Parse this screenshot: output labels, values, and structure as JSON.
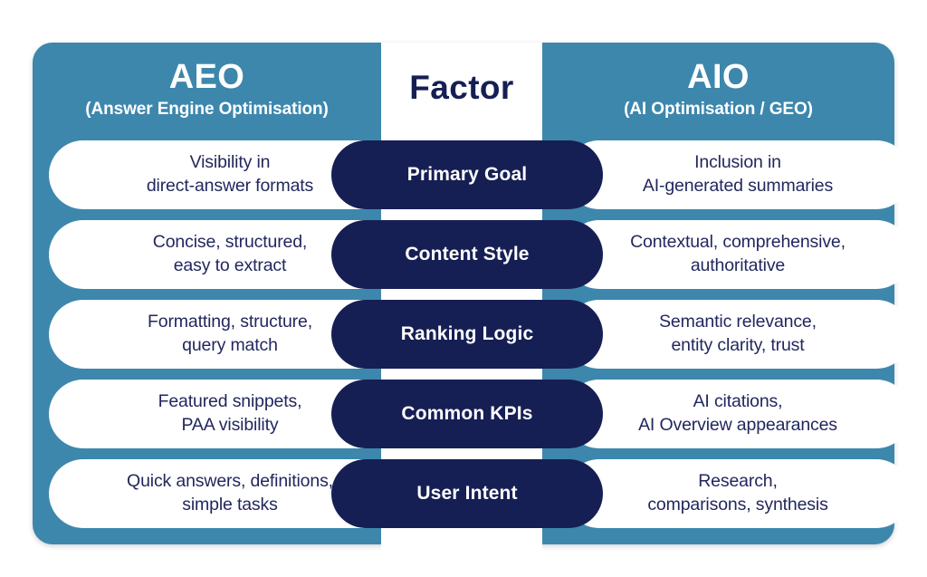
{
  "diagram": {
    "title_left": "AEO",
    "subtitle_left": "(Answer Engine Optimisation)",
    "title_center": "Factor",
    "title_right": "AIO",
    "subtitle_right": "(AI Optimisation / GEO)",
    "colors": {
      "card_background": "#3d87ad",
      "center_strip": "#ffffff",
      "factor_pill": "#161f54",
      "side_pill": "#ffffff",
      "side_pill_text": "#22275e",
      "header_text": "#ffffff",
      "factor_header_text": "#161f54"
    },
    "rows": [
      {
        "factor": "Primary Goal",
        "aeo_line1": "Visibility in",
        "aeo_line2": "direct-answer formats",
        "aio_line1": "Inclusion in",
        "aio_line2": "AI-generated summaries"
      },
      {
        "factor": "Content Style",
        "aeo_line1": "Concise, structured,",
        "aeo_line2": "easy to extract",
        "aio_line1": "Contextual, comprehensive,",
        "aio_line2": "authoritative"
      },
      {
        "factor": "Ranking Logic",
        "aeo_line1": "Formatting, structure,",
        "aeo_line2": "query match",
        "aio_line1": "Semantic relevance,",
        "aio_line2": "entity clarity, trust"
      },
      {
        "factor": "Common KPIs",
        "aeo_line1": "Featured snippets,",
        "aeo_line2": "PAA visibility",
        "aio_line1": "AI citations,",
        "aio_line2": "AI Overview appearances"
      },
      {
        "factor": "User Intent",
        "aeo_line1": "Quick answers, definitions,",
        "aeo_line2": "simple tasks",
        "aio_line1": "Research,",
        "aio_line2": "comparisons, synthesis"
      }
    ]
  }
}
